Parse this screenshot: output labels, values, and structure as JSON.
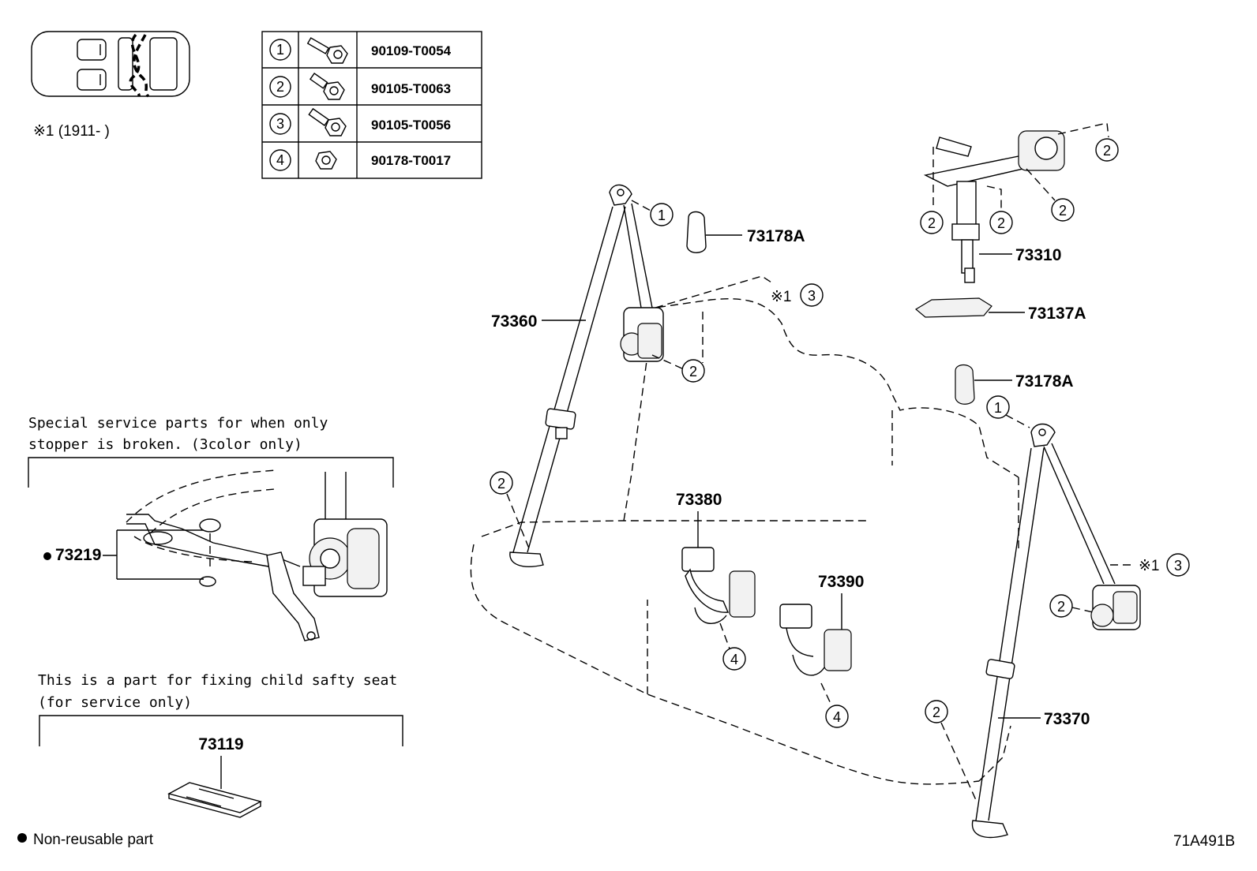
{
  "legend_note": "※1 (1911-        )",
  "fastener_table": [
    {
      "ref": "1",
      "part_no": "90109-T0054",
      "icon": "bolt-long-icon"
    },
    {
      "ref": "2",
      "part_no": "90105-T0063",
      "icon": "bolt-icon"
    },
    {
      "ref": "3",
      "part_no": "90105-T0056",
      "icon": "bolt-icon"
    },
    {
      "ref": "4",
      "part_no": "90178-T0017",
      "icon": "nut-icon"
    }
  ],
  "special_service": {
    "line1": "Special service parts for when only",
    "line2": "stopper is broken. (3color only)",
    "part_no": "73219"
  },
  "child_seat": {
    "line1": "This is a part for fixing child safty seat",
    "line2": "(for service only)",
    "part_no": "73119"
  },
  "parts": {
    "p73360": "73360",
    "p73178A_top": "73178A",
    "p73178A_mid": "73178A",
    "p73310": "73310",
    "p73137A": "73137A",
    "p73380": "73380",
    "p73390": "73390",
    "p73370": "73370"
  },
  "callouts": {
    "c1_left": "1",
    "c2_left_retractor": "2",
    "c2_left_anchor": "2",
    "c3_left": "3",
    "mark_left": "※1",
    "c2_top_right": "2",
    "c2_tr_a": "2",
    "c2_tr_b": "2",
    "c2_tr_c": "2",
    "c1_right": "1",
    "c3_right": "3",
    "mark_right": "※1",
    "c2_right_retractor": "2",
    "c2_right_anchor": "2",
    "c4_a": "4",
    "c4_b": "4"
  },
  "footer": {
    "non_reusable": "Non-reusable part",
    "diagram_code": "71A491B"
  }
}
